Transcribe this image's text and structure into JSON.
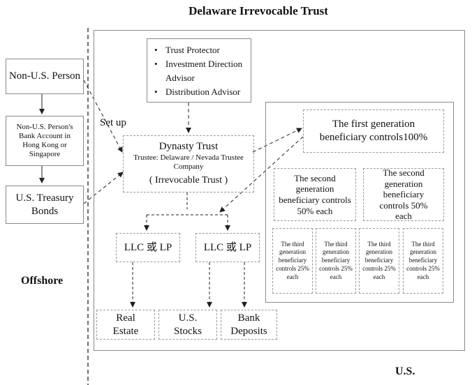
{
  "title": "Delaware Irrevocable Trust",
  "left": {
    "person": "Non-U.S. Person",
    "bank_account": "Non-U.S. Person's Bank Account in Hong Kong or Singapore",
    "bonds": "U.S. Treasury Bonds",
    "region": "Offshore"
  },
  "setup_label": "Set up",
  "roles": [
    "Trust Protector",
    "Investment Direction Advisor",
    "Distribution Advisor"
  ],
  "dynasty": {
    "name": "Dynasty Trust",
    "trustee": "Trustee: Delaware / Nevada Trustee Company",
    "type": "( Irrevocable Trust )"
  },
  "entities": [
    "LLC 或 LP",
    "LLC 或 LP"
  ],
  "assets": [
    "Real Estate",
    "U.S. Stocks",
    "Bank Deposits"
  ],
  "beneficiaries": {
    "first": "The first generation beneficiary controls100%",
    "second": "The second generation beneficiary controls 50% each",
    "third": "The third generation beneficiary controls 25% each"
  },
  "region_us": "U.S."
}
